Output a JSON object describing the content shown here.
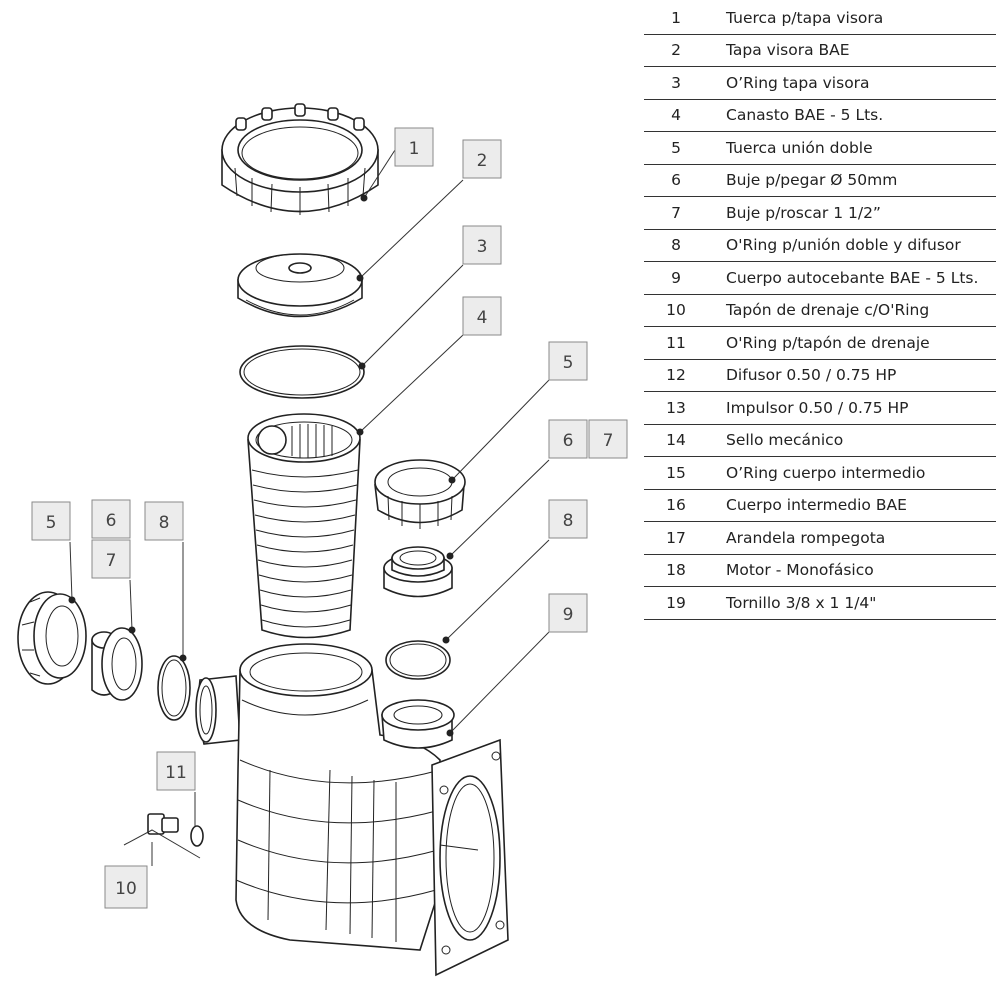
{
  "parts": [
    {
      "num": "1",
      "desc": "Tuerca p/tapa visora"
    },
    {
      "num": "2",
      "desc": "Tapa visora BAE"
    },
    {
      "num": "3",
      "desc": "O’Ring tapa visora"
    },
    {
      "num": "4",
      "desc": "Canasto BAE - 5 Lts."
    },
    {
      "num": "5",
      "desc": "Tuerca unión doble"
    },
    {
      "num": "6",
      "desc": "Buje p/pegar  Ø 50mm"
    },
    {
      "num": "7",
      "desc": "Buje p/roscar 1 1/2”"
    },
    {
      "num": "8",
      "desc": "O'Ring p/unión doble y difusor"
    },
    {
      "num": "9",
      "desc": "Cuerpo autocebante BAE - 5 Lts."
    },
    {
      "num": "10",
      "desc": "Tapón de drenaje c/O'Ring"
    },
    {
      "num": "11",
      "desc": "O'Ring p/tapón de drenaje"
    },
    {
      "num": "12",
      "desc": "Difusor 0.50 / 0.75 HP"
    },
    {
      "num": "13",
      "desc": "Impulsor 0.50 / 0.75 HP"
    },
    {
      "num": "14",
      "desc": "Sello mecánico"
    },
    {
      "num": "15",
      "desc": "O’Ring cuerpo intermedio"
    },
    {
      "num": "16",
      "desc": "Cuerpo intermedio BAE"
    },
    {
      "num": "17",
      "desc": "Arandela rompegota"
    },
    {
      "num": "18",
      "desc": "Motor  - Monofásico"
    },
    {
      "num": "19",
      "desc": "Tornillo 3/8 x 1 1/4\""
    }
  ],
  "callouts": {
    "c1": "1",
    "c2": "2",
    "c3": "3",
    "c4": "4",
    "c5": "5",
    "c6": "6",
    "c7": "7",
    "c8": "8",
    "c9": "9",
    "l5": "5",
    "l6": "6",
    "l7": "7",
    "l8": "8",
    "c10": "10",
    "c11": "11"
  }
}
